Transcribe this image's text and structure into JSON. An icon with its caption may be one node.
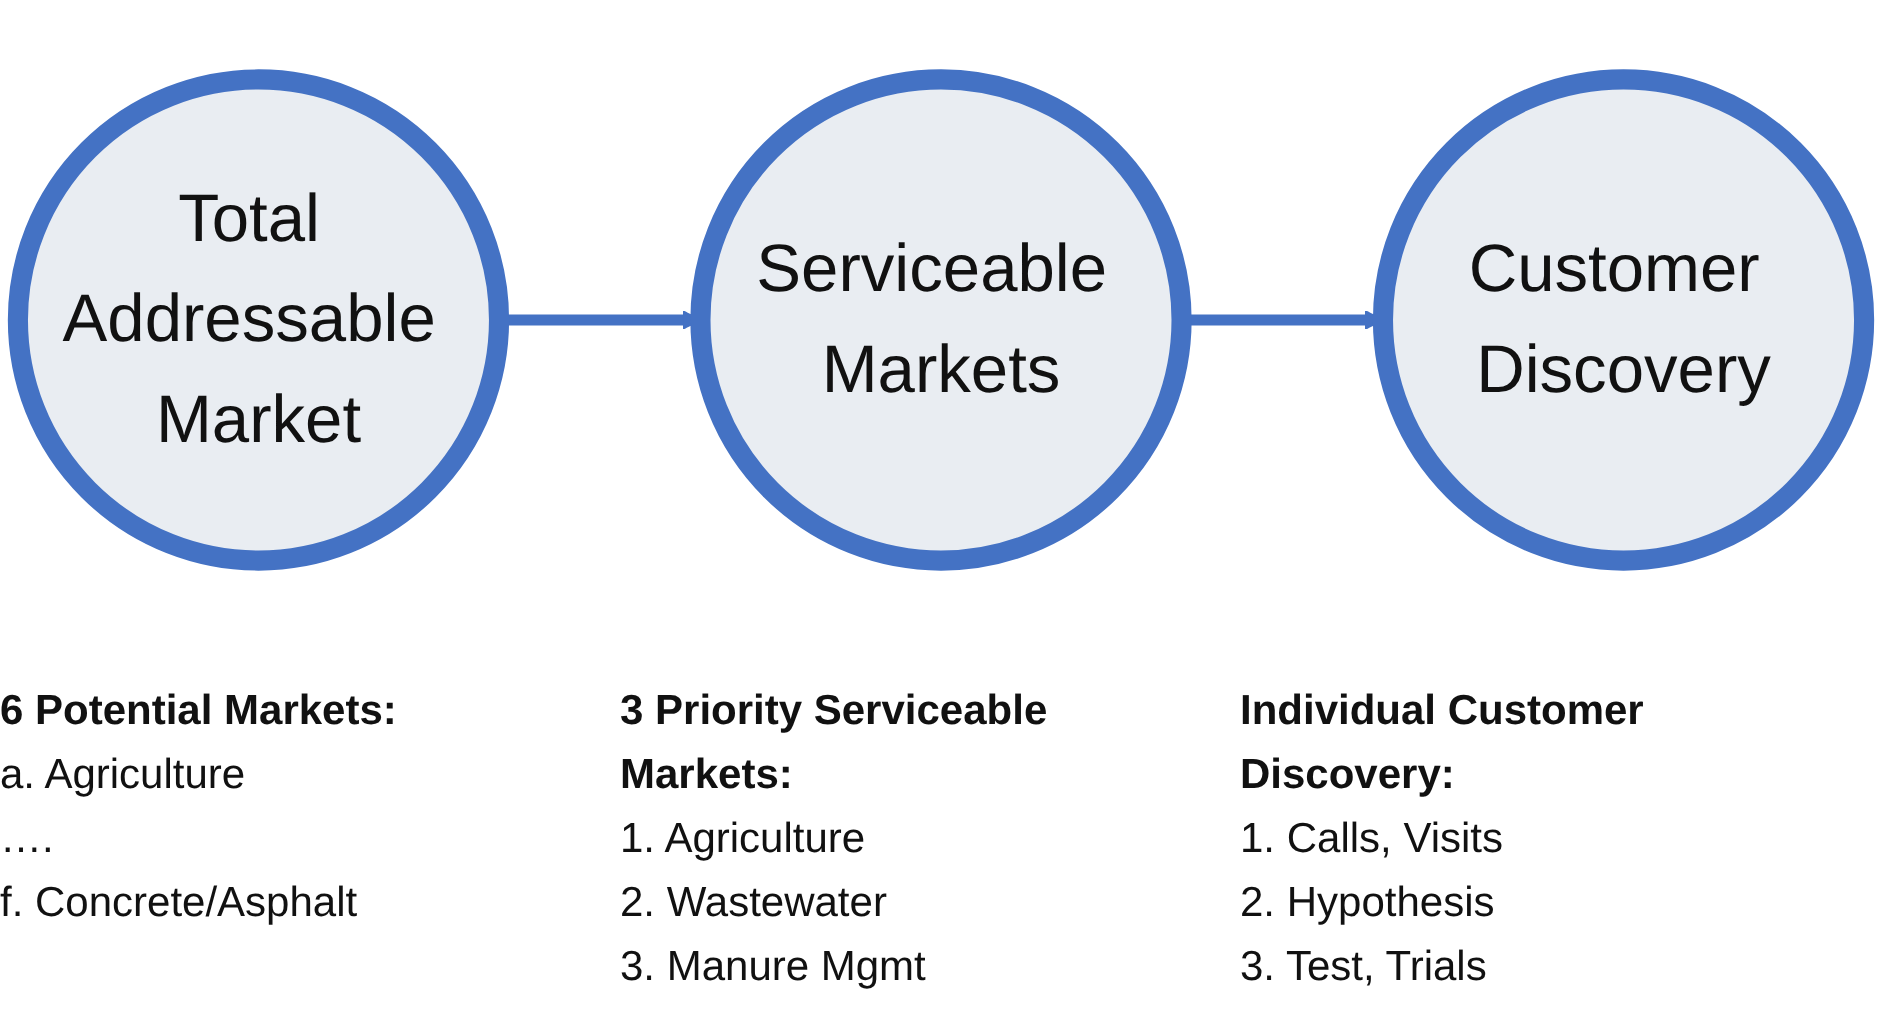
{
  "diagram": {
    "nodes": [
      {
        "text": [
          "Total Addressable Market"
        ],
        "beside": [
          "6 Potential Markets:",
          "a. Agriculture",
          "….",
          "f. Concrete/Asphalt"
        ]
      },
      {
        "text": [
          "Serviceable Markets"
        ],
        "beside": [
          "3 Priority Serviceable Markets:",
          "1. Agriculture",
          "2. Wastewater",
          "3. Manure Mgmt"
        ]
      },
      {
        "text": [
          "Customer Discovery"
        ],
        "beside": [
          "Individual Customer Discovery:",
          "1. Calls, Visits",
          "2. Hypothesis",
          "3. Test, Trials"
        ]
      }
    ],
    "edges": [
      {
        "from": 0,
        "to": 1,
        "arrow": "to"
      },
      {
        "from": 1,
        "to": 2,
        "arrow": "to"
      }
    ]
  }
}
